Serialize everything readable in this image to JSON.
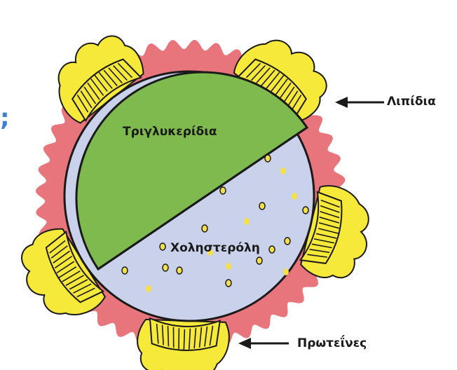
{
  "labels": {
    "lipids": "Λιπίδια",
    "triglycerides": "Τριγλυκερίδια",
    "cholesterol": "Χοληστερόλη",
    "proteins": "Πρωτεΐνες",
    "partial_edge": ";"
  },
  "colors": {
    "membrane": "#e8747c",
    "green_core": "#7fba4e",
    "cholesterol_region": "#c9d2ea",
    "protein_yellow": "#f7e93a",
    "dot_fill": "#f4e04a",
    "edge_text": "#3f7fd0",
    "outline": "#1a1a1a"
  },
  "icons": [
    "arrow-left-icon",
    "protein-blob-icon",
    "cholesterol-dot-icon"
  ]
}
